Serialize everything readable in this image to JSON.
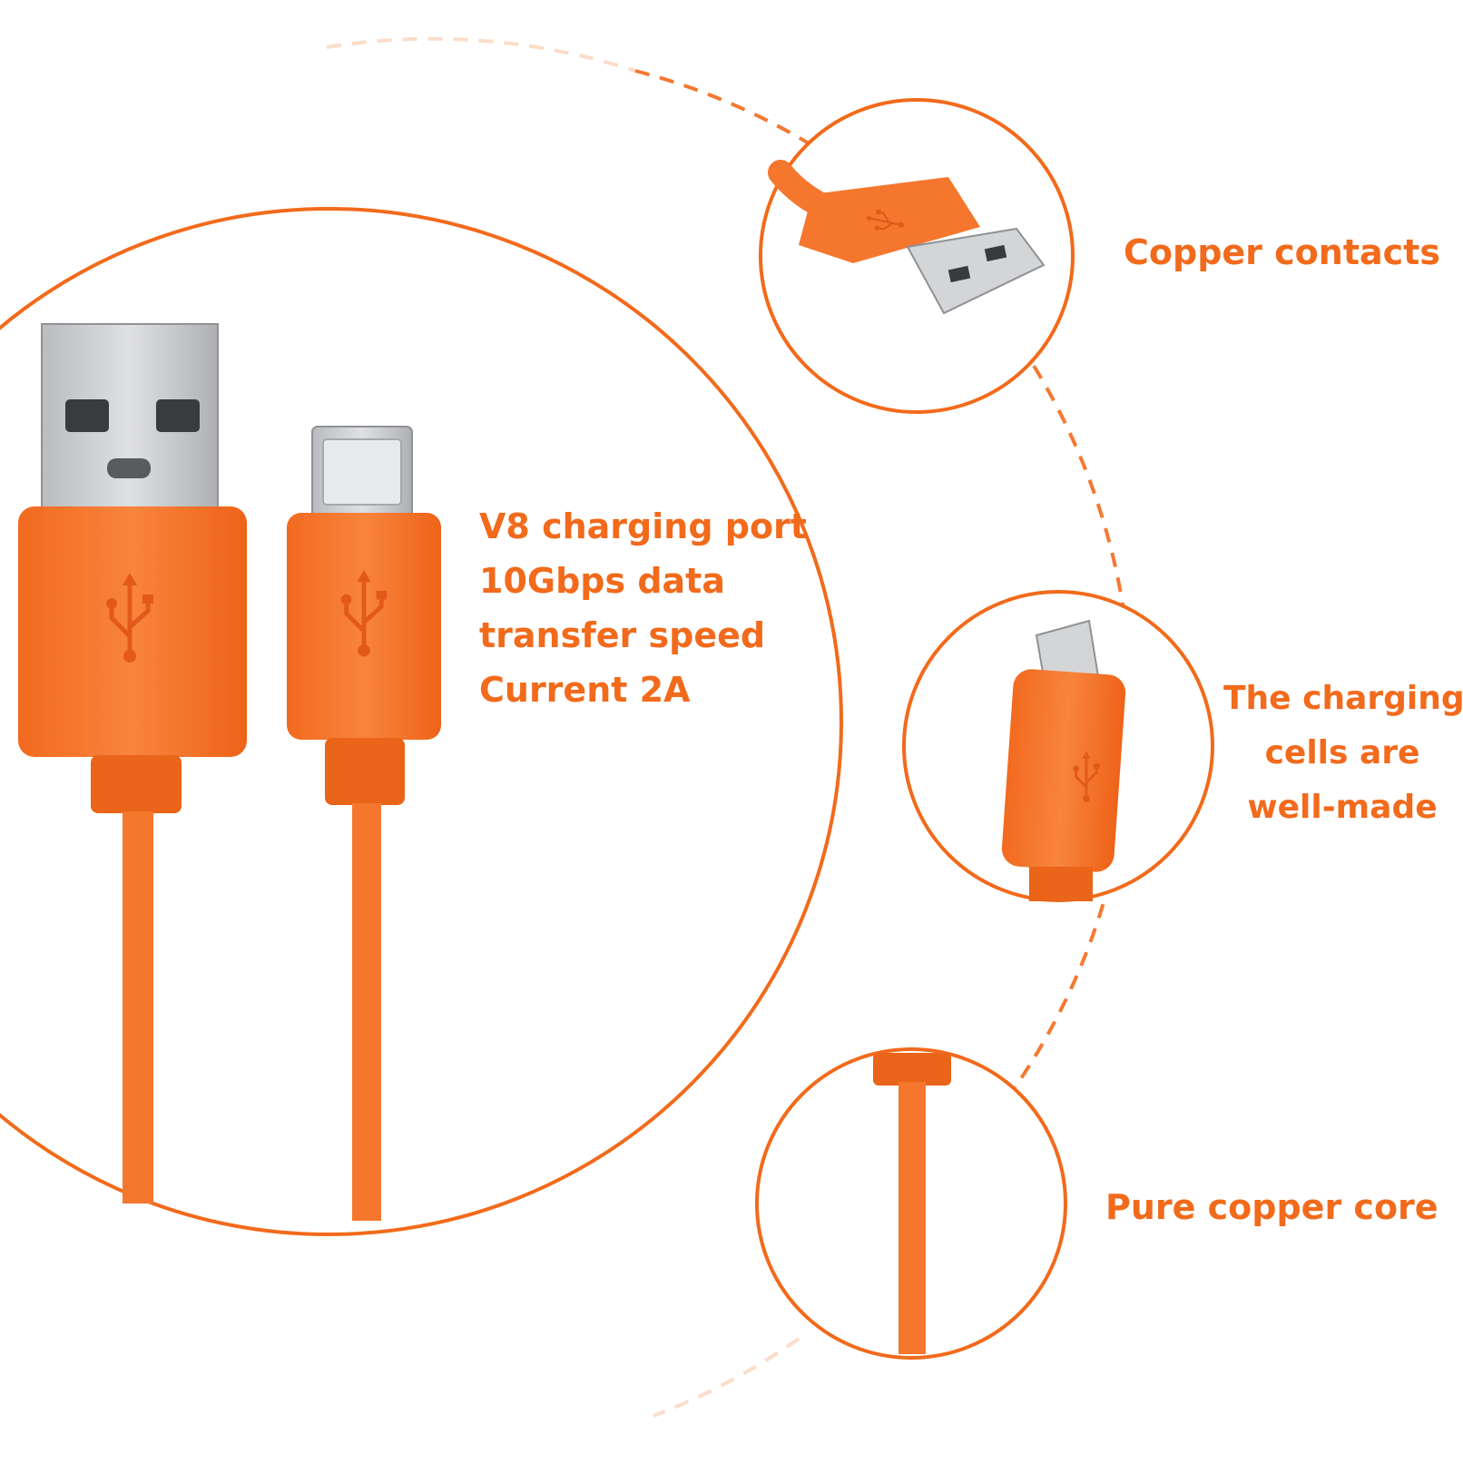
{
  "colors": {
    "accent": "#F26A1B",
    "cable": "#F5772E",
    "cable_dark": "#E8611A",
    "metal": "#C9CBCD",
    "metal_dark": "#9A9C9F",
    "background": "#FFFFFF"
  },
  "main_feature": {
    "lines": [
      "V8 charging port",
      "10Gbps data",
      "transfer speed",
      "Current 2A"
    ]
  },
  "callouts": [
    {
      "id": "usb-a-closeup",
      "lines": [
        "Copper contacts"
      ]
    },
    {
      "id": "micro-usb-closeup",
      "lines": [
        "The charging",
        "cells are",
        "well-made"
      ]
    },
    {
      "id": "cable-closeup",
      "lines": [
        "Pure copper core"
      ]
    }
  ],
  "icons": [
    "usb-symbol-icon"
  ]
}
